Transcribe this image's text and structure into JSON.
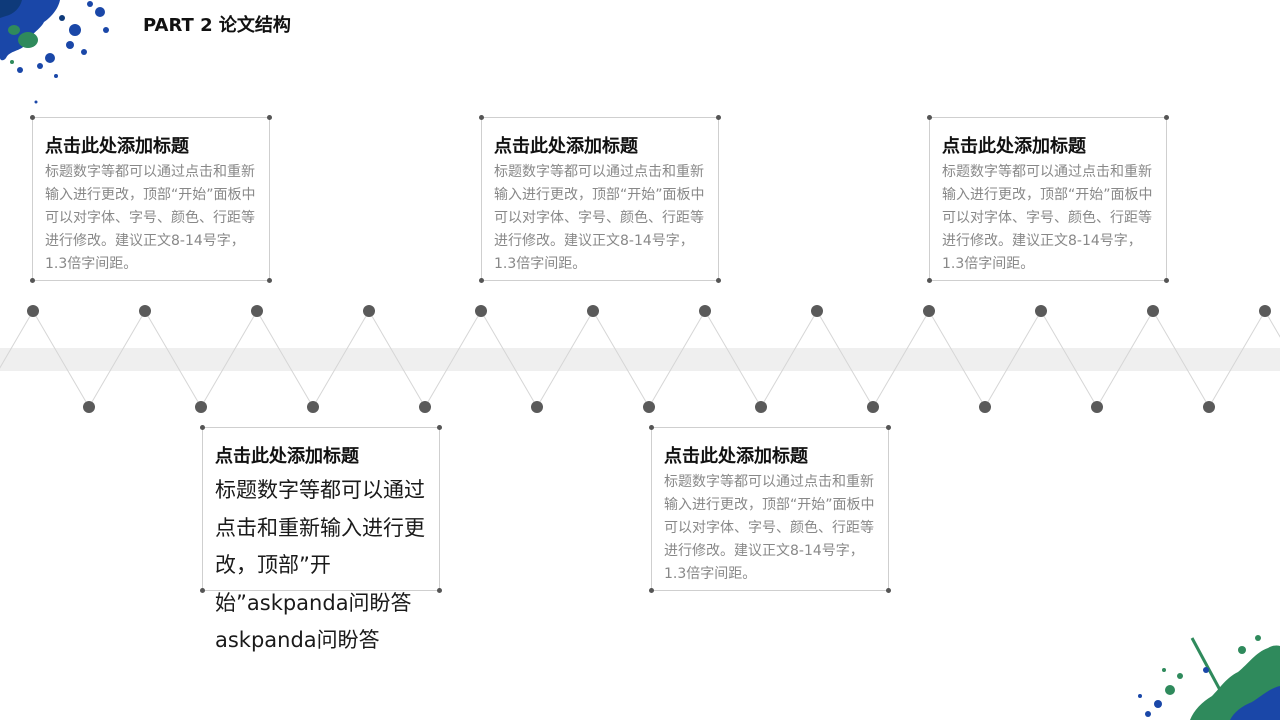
{
  "header": {
    "title": "PART 2 论文结构"
  },
  "colors": {
    "accent_blue": "#1a47a8",
    "accent_green": "#2f8a5c",
    "node": "#5a5a5a",
    "band": "#efefef"
  },
  "cards": [
    {
      "title": "点击此处添加标题",
      "text": "标题数字等都可以通过点击和重新输入进行更改，顶部“开始”面板中可以对字体、字号、颜色、行距等进行修改。建议正文8-14号字，1.3倍字间距。"
    },
    {
      "title": "点击此处添加标题",
      "text": "标题数字等都可以通过点击和重新输入进行更改，顶部“开始”面板中可以对字体、字号、颜色、行距等进行修改。建议正文8-14号字，1.3倍字间距。"
    },
    {
      "title": "点击此处添加标题",
      "text": "标题数字等都可以通过点击和重新输入进行更改，顶部“开始”面板中可以对字体、字号、颜色、行距等进行修改。建议正文8-14号字，1.3倍字间距。"
    },
    {
      "title": "点击此处添加标题",
      "text": "标题数字等都可以通过点击和重新输入进行更改，顶部”开始”askpanda问盼答askpanda问盼答"
    },
    {
      "title": "点击此处添加标题",
      "text": "标题数字等都可以通过点击和重新输入进行更改，顶部“开始”面板中可以对字体、字号、颜色、行距等进行修改。建议正文8-14号字，1.3倍字间距。"
    }
  ]
}
